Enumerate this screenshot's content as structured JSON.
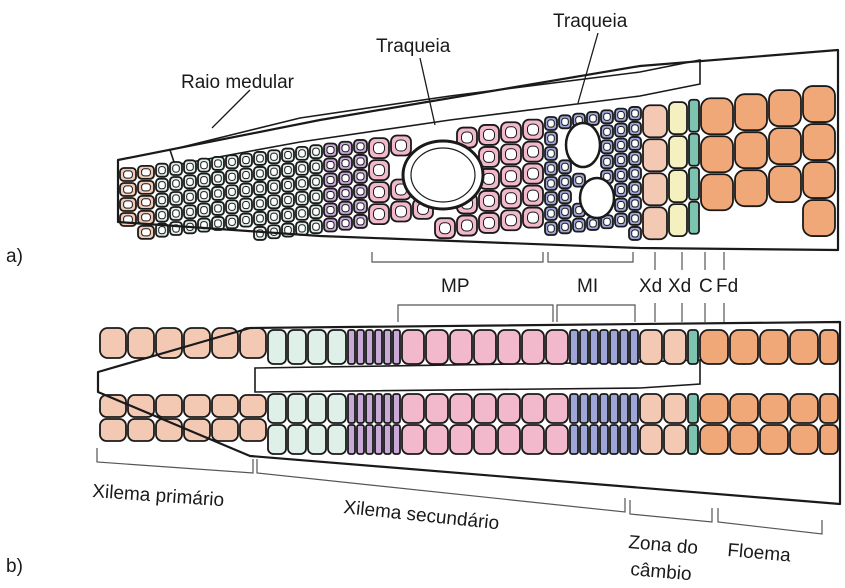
{
  "panels": {
    "a": {
      "marker": "a)",
      "labels": {
        "ray": "Raio medular",
        "tracheid_left": "Traqueia",
        "tracheid_right": "Traqueia",
        "mp": "MP",
        "mi": "MI",
        "xd1": "Xd",
        "xd2": "Xd",
        "c": "C",
        "fd": "Fd"
      }
    },
    "b": {
      "marker": "b)",
      "labels": {
        "primary": "Xilema primário",
        "secondary": "Xilema secundário",
        "cambium_line1": "Zona do",
        "cambium_line2": "câmbio",
        "phloem": "Floema"
      }
    }
  },
  "colors": {
    "outline": "#1a1a1a",
    "mint": "#dff0e8",
    "lilac": "#c9a9d8",
    "pink": "#f2b8cc",
    "blue": "#9ea6d8",
    "peach": "#f3c9b4",
    "yellow": "#f5f0c0",
    "teal": "#7cc4b0",
    "orange": "#f0a878",
    "white": "#ffffff"
  }
}
